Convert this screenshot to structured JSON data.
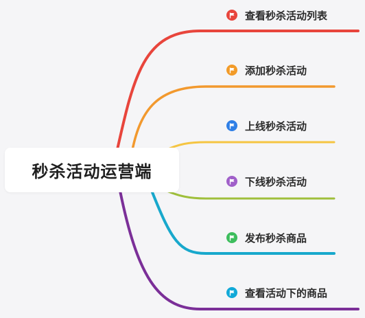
{
  "root": {
    "label": "秒杀活动运营端"
  },
  "branches": [
    {
      "label": "查看秒杀活动列表",
      "color": "#e8453c",
      "icon": "flag-icon"
    },
    {
      "label": "添加秒杀活动",
      "color": "#f29b29",
      "icon": "flag-icon"
    },
    {
      "label": "上线秒杀活动",
      "color": "#2f7fe6",
      "icon": "flag-icon"
    },
    {
      "label": "下线秒杀活动",
      "color": "#a05fc9",
      "icon": "flag-icon"
    },
    {
      "label": "发布秒杀商品",
      "color": "#3dbd5d",
      "icon": "flag-icon"
    },
    {
      "label": "查看活动下的商品",
      "color": "#12a9d8",
      "icon": "flag-icon"
    }
  ],
  "line_colors": [
    "#e8453c",
    "#f2992e",
    "#f5c542",
    "#9fbf3b",
    "#18a8cc",
    "#7b2f98"
  ]
}
